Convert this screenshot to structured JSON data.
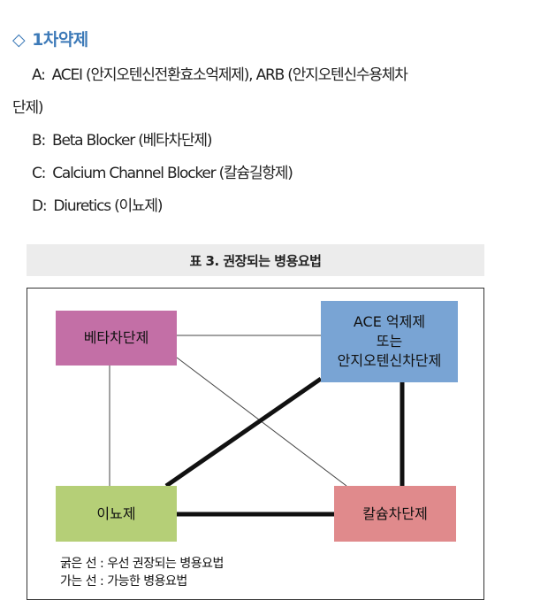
{
  "section": {
    "marker": "◇",
    "title": "1차약제"
  },
  "items": [
    {
      "key": "A:",
      "text": "ACEI (안지오텐신전환효소억제제), ARB (안지오텐신수용체차"
    },
    {
      "key": "",
      "text": "단제)"
    },
    {
      "key": "B:",
      "text": "Beta Blocker (베타차단제)"
    },
    {
      "key": "C:",
      "text": "Calcium Channel Blocker (칼슘길항제)"
    },
    {
      "key": "D:",
      "text": "Diuretics (이뇨제)"
    }
  ],
  "figure": {
    "caption": "표 3. 권장되는 병용요법",
    "nodes": {
      "beta": "베타차단제",
      "ace": "ACE 억제제\n또는\n안지오텐신차단제",
      "diuretic": "이뇨제",
      "calcium": "칼슘차단제"
    },
    "node_colors": {
      "beta": "#c36fa6",
      "ace": "#79a4d4",
      "diuretic": "#b5cf77",
      "calcium": "#e08a8c"
    },
    "edges": [
      {
        "from": "beta",
        "to": "ace",
        "style": "thin"
      },
      {
        "from": "beta",
        "to": "diuretic",
        "style": "thin"
      },
      {
        "from": "beta",
        "to": "calcium",
        "style": "thin"
      },
      {
        "from": "ace",
        "to": "diuretic",
        "style": "thick"
      },
      {
        "from": "ace",
        "to": "calcium",
        "style": "thick"
      },
      {
        "from": "diuretic",
        "to": "calcium",
        "style": "thick"
      }
    ],
    "legend": {
      "thick": "굵은 선 : 우선 권장되는 병용요법",
      "thin": "가는 선 : 가능한 병용요법"
    }
  }
}
